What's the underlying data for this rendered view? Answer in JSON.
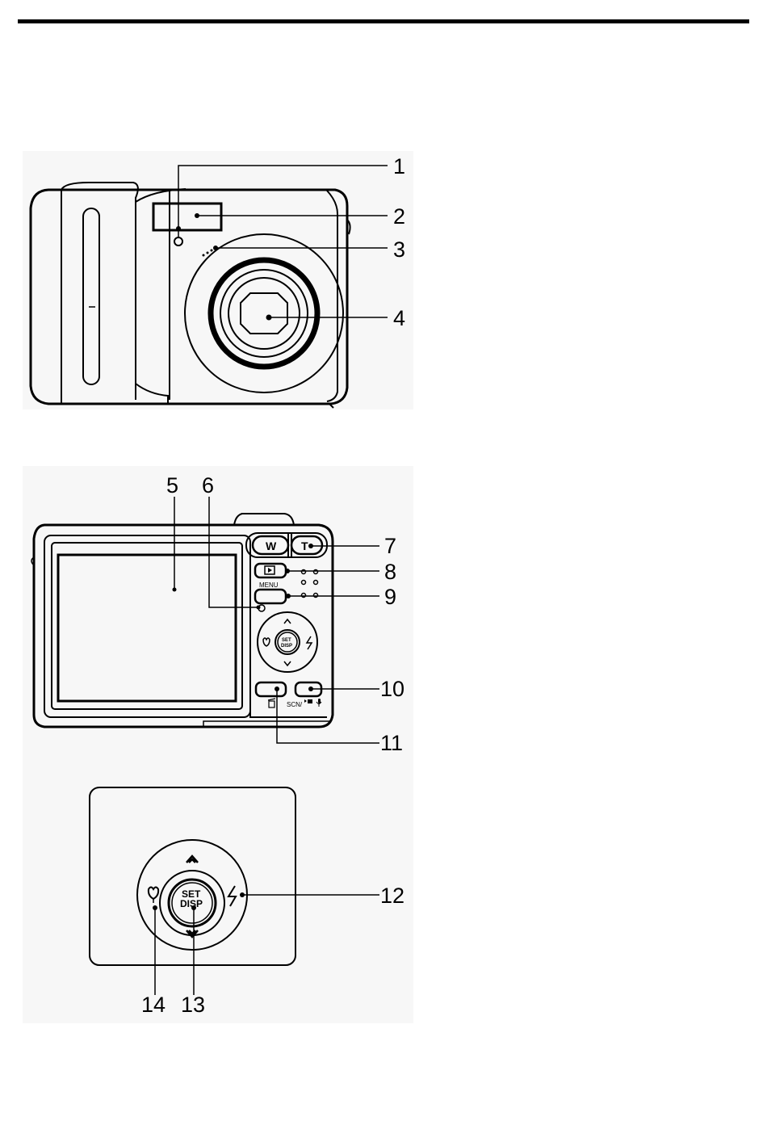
{
  "figure_front": {
    "callouts": [
      {
        "label": "1",
        "part": "self-timer-lamp"
      },
      {
        "label": "2",
        "part": "flash"
      },
      {
        "label": "3",
        "part": "microphone"
      },
      {
        "label": "4",
        "part": "lens"
      }
    ]
  },
  "figure_back": {
    "callouts": [
      {
        "label": "5",
        "part": "lcd-screen"
      },
      {
        "label": "6",
        "part": "status-led"
      },
      {
        "label": "7",
        "part": "zoom-buttons"
      },
      {
        "label": "8",
        "part": "playback-button"
      },
      {
        "label": "9",
        "part": "menu-button"
      },
      {
        "label": "10",
        "part": "mode-button"
      },
      {
        "label": "11",
        "part": "delete-button"
      }
    ],
    "zoom_wide_label": "W",
    "zoom_tele_label": "T",
    "menu_label": "MENU",
    "mode_button_caption": "SCN/",
    "set_label": "SET",
    "disp_label": "DISP"
  },
  "figure_dial": {
    "callouts": [
      {
        "label": "12",
        "part": "flash-right-key"
      },
      {
        "label": "13",
        "part": "set-disp-button"
      },
      {
        "label": "14",
        "part": "macro-left-key"
      }
    ],
    "set_label": "SET",
    "disp_label": "DISP"
  },
  "icons": [
    "flash-icon",
    "macro-flower-icon",
    "up-arrow-icon",
    "down-arrow-icon",
    "playback-icon",
    "trash-icon",
    "movie-icon",
    "voice-icon"
  ]
}
